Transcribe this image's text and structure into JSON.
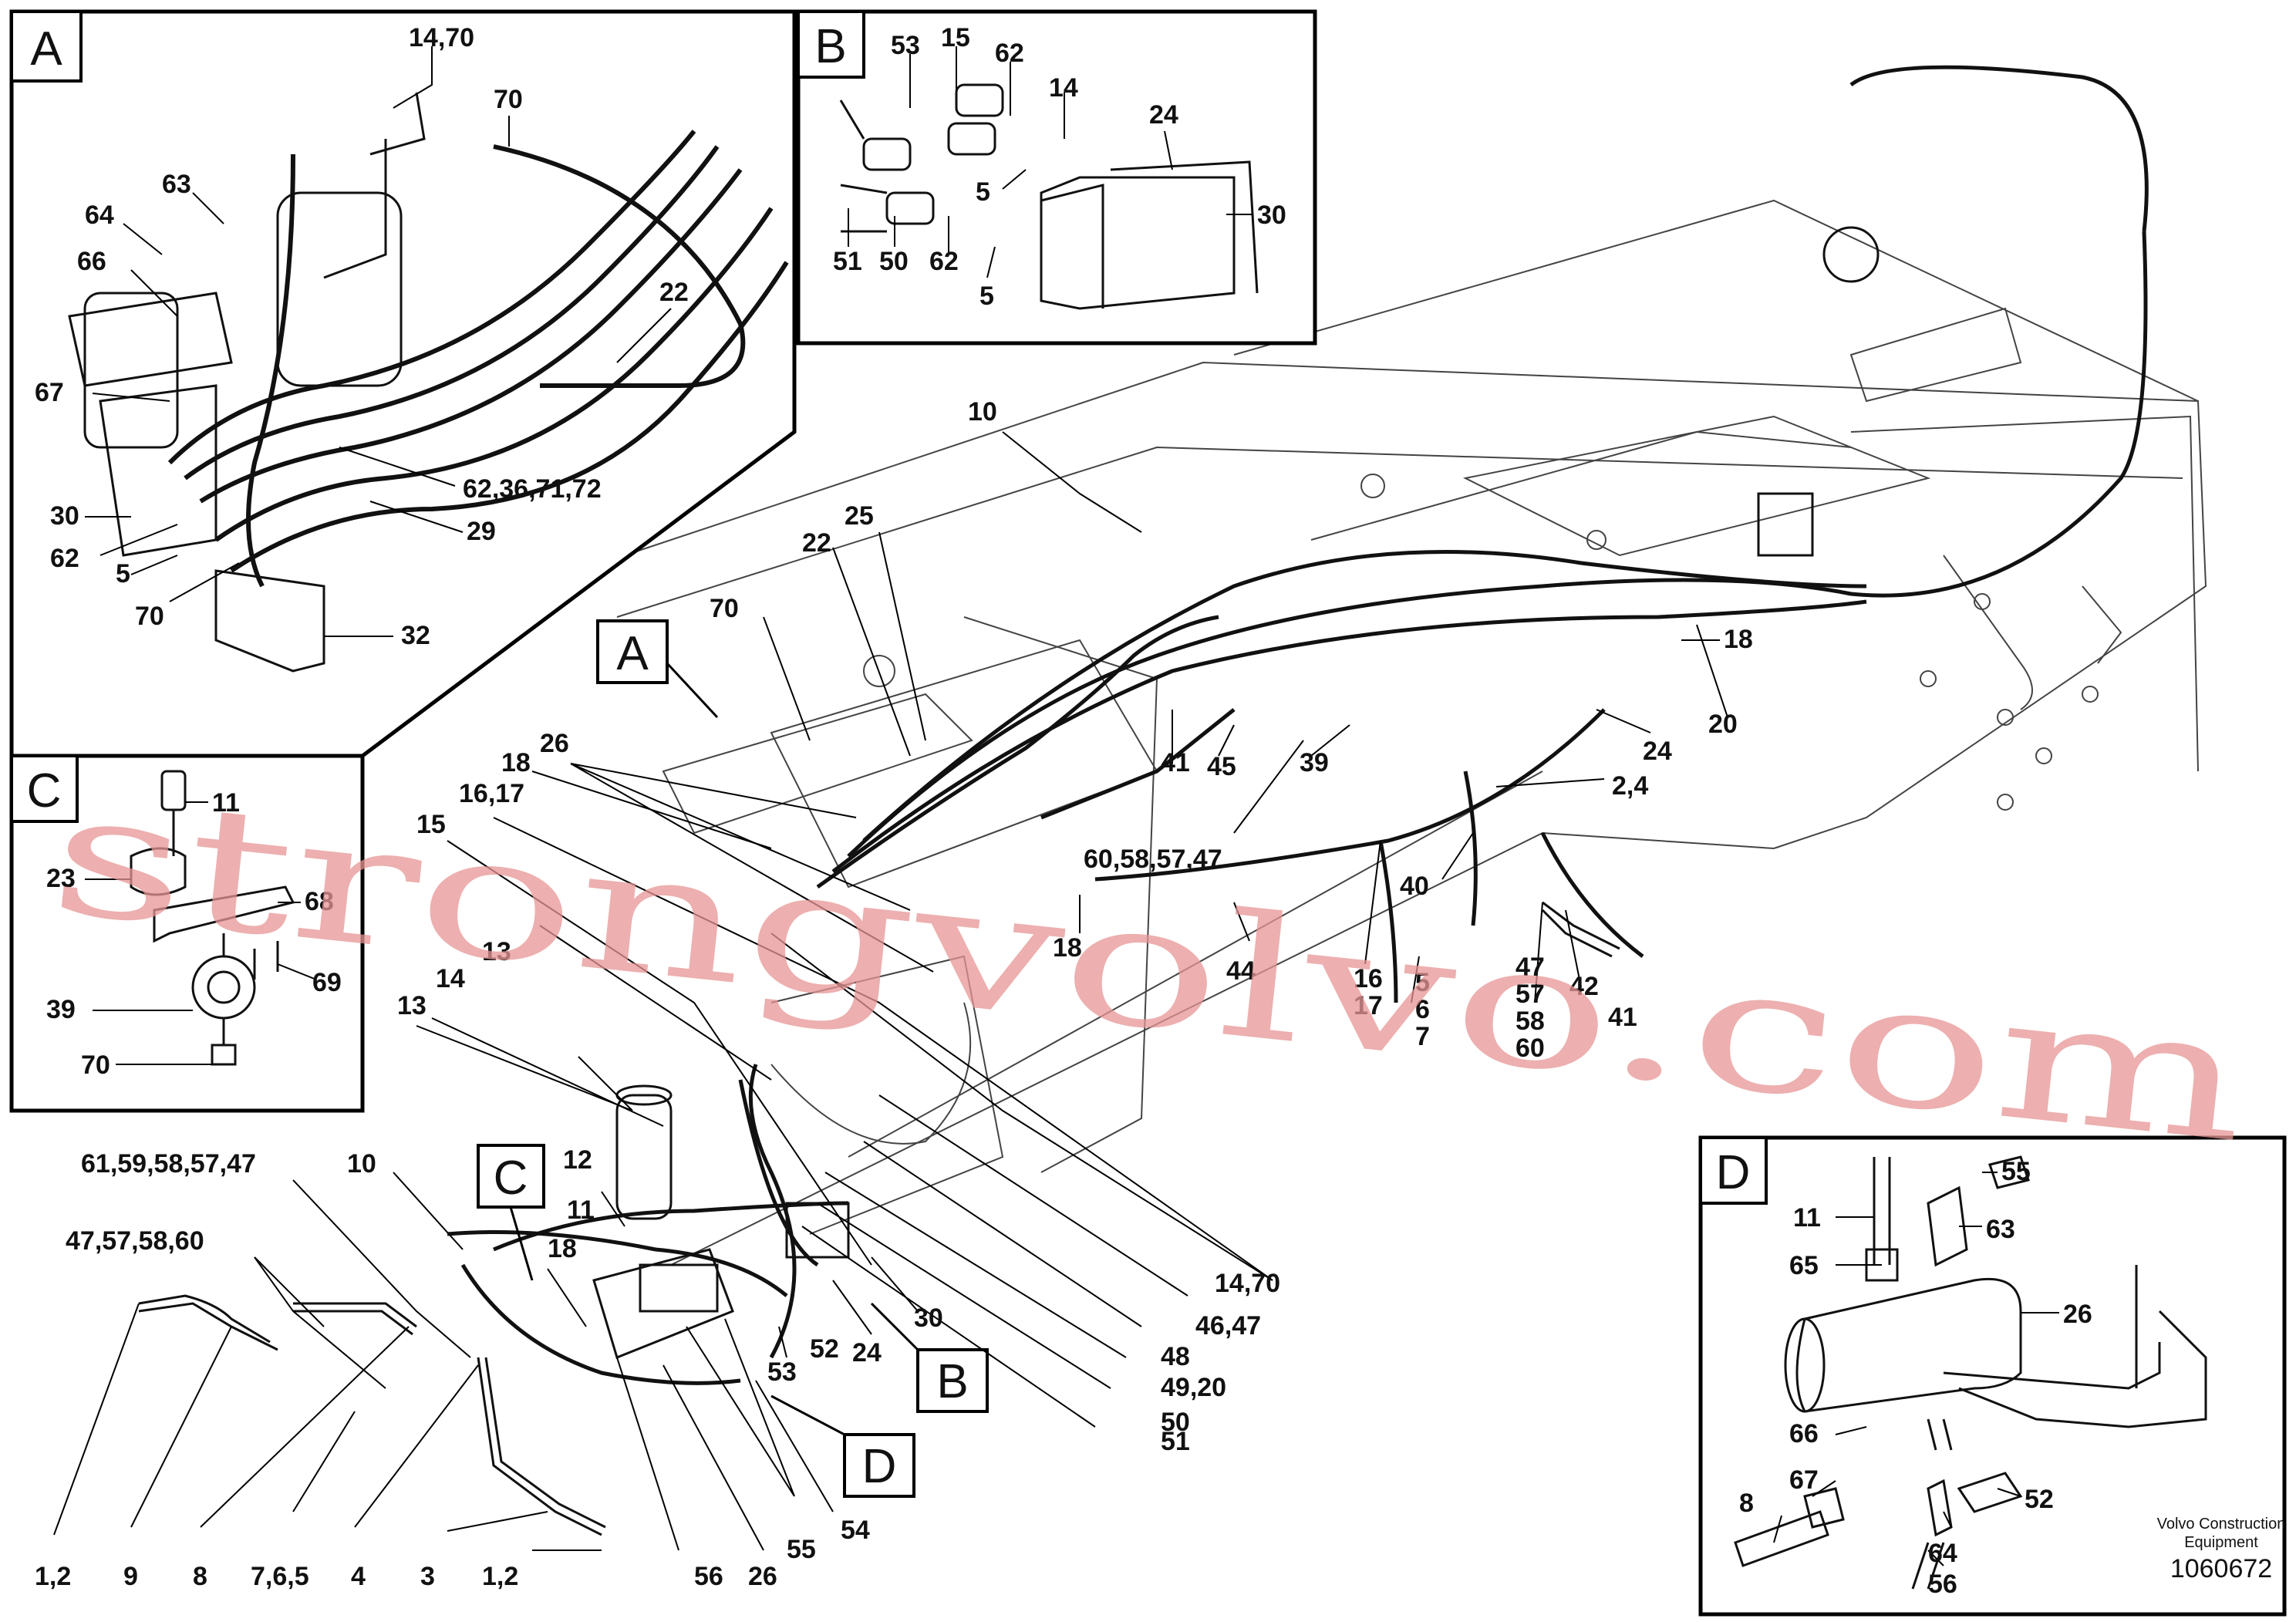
{
  "panels": {
    "A": {
      "letter": "A"
    },
    "B": {
      "letter": "B"
    },
    "C": {
      "letter": "C"
    },
    "D": {
      "letter": "D"
    }
  },
  "callouts_main": {
    "A": "A",
    "B": "B",
    "C": "C",
    "D": "D"
  },
  "labels_A": [
    "14,70",
    "70",
    "63",
    "64",
    "66",
    "22",
    "67",
    "30",
    "62,36,71,72",
    "62",
    "29",
    "5",
    "70",
    "32"
  ],
  "labels_B": [
    "53",
    "15",
    "62",
    "14",
    "24",
    "30",
    "5",
    "51",
    "50",
    "62",
    "5"
  ],
  "labels_C": [
    "11",
    "23",
    "68",
    "69",
    "39",
    "70"
  ],
  "labels_D": [
    "11",
    "55",
    "63",
    "65",
    "26",
    "66",
    "67",
    "8",
    "52",
    "64",
    "56"
  ],
  "labels_main": [
    "10",
    "25",
    "22",
    "70",
    "26",
    "18",
    "16,17",
    "15",
    "13",
    "14",
    "13",
    "12",
    "11",
    "18",
    "10",
    "61,59,58,57,47",
    "47,57,58,60",
    "1,2",
    "9",
    "8",
    "7,6,5",
    "4",
    "3",
    "1,2",
    "56",
    "26",
    "55",
    "54",
    "53",
    "52",
    "24",
    "30",
    "14,70",
    "46,47",
    "48",
    "49,20",
    "50",
    "51",
    "41",
    "45",
    "39",
    "60,58,57,47",
    "18",
    "44",
    "16",
    "17",
    "5",
    "6",
    "7",
    "40",
    "47",
    "57",
    "58",
    "60",
    "42",
    "41",
    "2,4",
    "24",
    "18",
    "20"
  ],
  "watermark": "strongvolvo.com",
  "footer": {
    "corp_line1": "Volvo Construction",
    "corp_line2": "Equipment",
    "doc_number": "1060672"
  }
}
